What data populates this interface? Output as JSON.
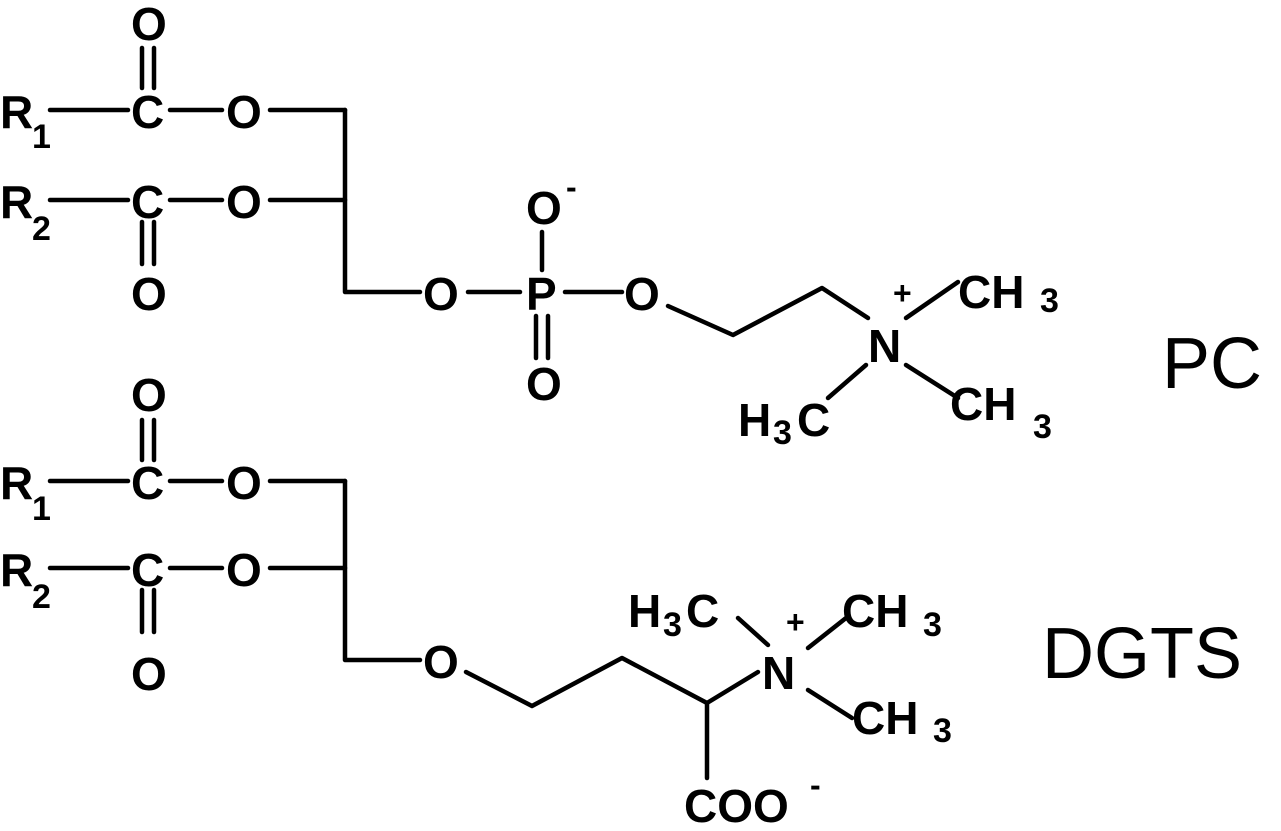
{
  "labels": {
    "pc": "PC",
    "dgts": "DGTS"
  },
  "atoms": {
    "o": "O",
    "c": "C",
    "p": "P",
    "n": "N",
    "r": "R",
    "r_sub_1": "1",
    "r_sub_2": "2",
    "ch": "CH",
    "h": "H",
    "sub_3": "3",
    "coo": "COO"
  },
  "charges": {
    "plus": "+",
    "minus": "-"
  }
}
